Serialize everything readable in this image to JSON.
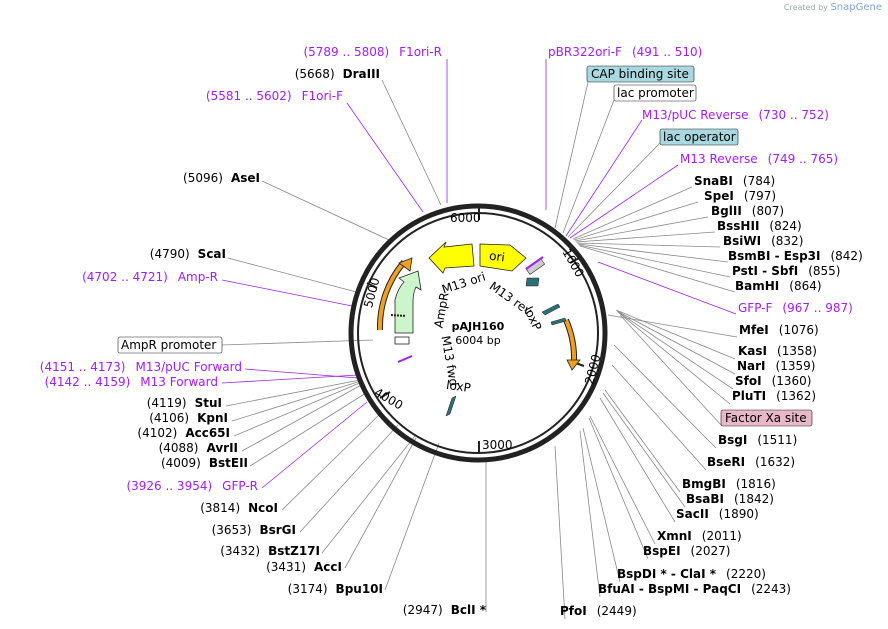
{
  "credit": {
    "prefix": "Created by",
    "brand": "SnapGene"
  },
  "plasmid": {
    "name": "pAJH160",
    "size": "6004 bp"
  },
  "ticks": [
    {
      "label": "1000"
    },
    {
      "label": "2000"
    },
    {
      "label": "3000"
    },
    {
      "label": "4000"
    },
    {
      "label": "5000"
    },
    {
      "label": "6000"
    }
  ],
  "features": [
    {
      "label": "ori",
      "color": "#ffff00"
    },
    {
      "label": "M13 ori",
      "color": "#ffff00"
    },
    {
      "label": "AmpR",
      "color": "#ccf5cc"
    },
    {
      "label": "M13 rev"
    },
    {
      "label": "loxP"
    },
    {
      "label": "M13 fwd"
    },
    {
      "label": "loxP"
    }
  ],
  "boxed_labels": [
    {
      "text": "CAP binding site",
      "fill": "#a8d8e0"
    },
    {
      "text": "lac promoter",
      "fill": "#ffffff"
    },
    {
      "text": "lac operator",
      "fill": "#a8d8e0"
    },
    {
      "text": "Factor Xa site",
      "fill": "#e8b8c8"
    },
    {
      "text": "AmpR promoter",
      "fill": "#ffffff"
    }
  ],
  "primers_right": [
    {
      "name": "pBR322ori-F",
      "pos": "(491 .. 510)"
    },
    {
      "name": "M13/pUC Reverse",
      "pos": "(730 .. 752)"
    },
    {
      "name": "M13 Reverse",
      "pos": "(749 .. 765)"
    },
    {
      "name": "GFP-F",
      "pos": "(967 .. 987)"
    }
  ],
  "primers_left": [
    {
      "name": "F1ori-R",
      "pos": "(5789 .. 5808)"
    },
    {
      "name": "F1ori-F",
      "pos": "(5581 .. 5602)"
    },
    {
      "name": "Amp-R",
      "pos": "(4702 .. 4721)"
    },
    {
      "name": "M13/pUC Forward",
      "pos": "(4151 .. 4173)"
    },
    {
      "name": "M13 Forward",
      "pos": "(4142 .. 4159)"
    },
    {
      "name": "GFP-R",
      "pos": "(3926 .. 3954)"
    }
  ],
  "enzymes_right": [
    {
      "name": "SnaBI",
      "pos": "(784)"
    },
    {
      "name": "SpeI",
      "pos": "(797)"
    },
    {
      "name": "BglII",
      "pos": "(807)"
    },
    {
      "name": "BssHII",
      "pos": "(824)"
    },
    {
      "name": "BsiWI",
      "pos": "(832)"
    },
    {
      "name": "BsmBI  -  Esp3I",
      "pos": "(842)"
    },
    {
      "name": "PstI  -  SbfI",
      "pos": "(855)"
    },
    {
      "name": "BamHI",
      "pos": "(864)"
    },
    {
      "name": "MfeI",
      "pos": "(1076)"
    },
    {
      "name": "KasI",
      "pos": "(1358)"
    },
    {
      "name": "NarI",
      "pos": "(1359)"
    },
    {
      "name": "SfoI",
      "pos": "(1360)"
    },
    {
      "name": "PluTI",
      "pos": "(1362)"
    },
    {
      "name": "BsgI",
      "pos": "(1511)"
    },
    {
      "name": "BseRI",
      "pos": "(1632)"
    },
    {
      "name": "BmgBI",
      "pos": "(1816)"
    },
    {
      "name": "BsaBI",
      "pos": "(1842)"
    },
    {
      "name": "SacII",
      "pos": "(1890)"
    },
    {
      "name": "XmnI",
      "pos": "(2011)"
    },
    {
      "name": "BspEI",
      "pos": "(2027)"
    },
    {
      "name": "BspDI *  -  ClaI *",
      "pos": "(2220)"
    },
    {
      "name": "BfuAI  -  BspMI  -  PaqCI",
      "pos": "(2243)"
    },
    {
      "name": "PfoI",
      "pos": "(2449)"
    }
  ],
  "enzymes_left": [
    {
      "name": "DraIII",
      "pos": "(5668)"
    },
    {
      "name": "AseI",
      "pos": "(5096)"
    },
    {
      "name": "ScaI",
      "pos": "(4790)"
    },
    {
      "name": "StuI",
      "pos": "(4119)"
    },
    {
      "name": "KpnI",
      "pos": "(4106)"
    },
    {
      "name": "Acc65I",
      "pos": "(4102)"
    },
    {
      "name": "AvrII",
      "pos": "(4088)"
    },
    {
      "name": "BstEII",
      "pos": "(4009)"
    },
    {
      "name": "NcoI",
      "pos": "(3814)"
    },
    {
      "name": "BsrGI",
      "pos": "(3653)"
    },
    {
      "name": "BstZ17I",
      "pos": "(3432)"
    },
    {
      "name": "AccI",
      "pos": "(3431)"
    },
    {
      "name": "Bpu10I",
      "pos": "(3174)"
    },
    {
      "name": "BclI *",
      "pos": "(2947)"
    }
  ]
}
